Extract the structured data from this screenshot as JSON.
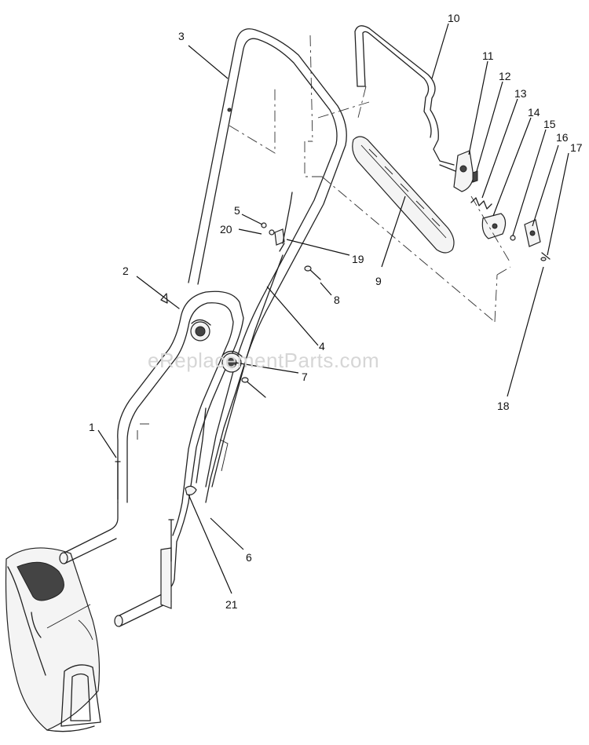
{
  "watermark": "eReplacementParts.com",
  "callouts": [
    {
      "num": "1"
    },
    {
      "num": "2"
    },
    {
      "num": "3"
    },
    {
      "num": "4"
    },
    {
      "num": "5"
    },
    {
      "num": "6"
    },
    {
      "num": "7"
    },
    {
      "num": "8"
    },
    {
      "num": "9"
    },
    {
      "num": "10"
    },
    {
      "num": "11"
    },
    {
      "num": "12"
    },
    {
      "num": "13"
    },
    {
      "num": "14"
    },
    {
      "num": "15"
    },
    {
      "num": "16"
    },
    {
      "num": "17"
    },
    {
      "num": "18"
    },
    {
      "num": "19"
    },
    {
      "num": "20"
    },
    {
      "num": "21"
    }
  ]
}
